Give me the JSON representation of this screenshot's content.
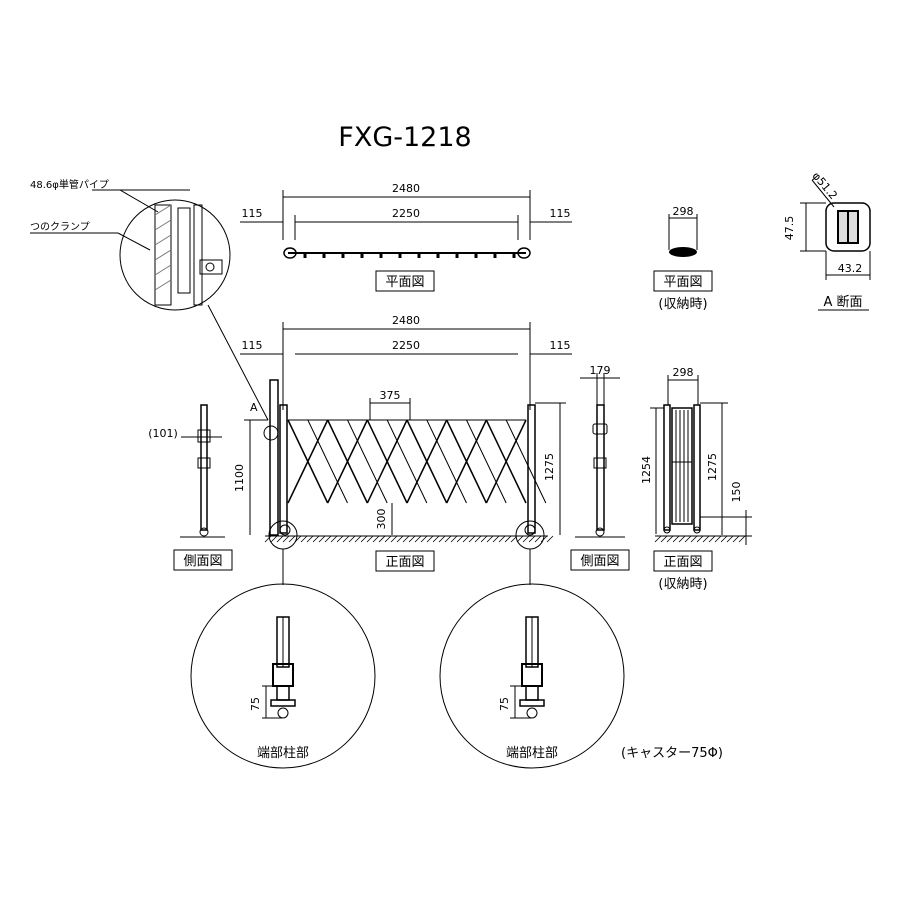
{
  "title": "FXG-1218",
  "callouts": {
    "pipe": "48.6φ単管パイプ",
    "clamp": "つのクランプ",
    "section_mark": "A"
  },
  "views": {
    "plan": "平面図",
    "plan_stored": "平面図",
    "stored_note": "(収納時)",
    "section": "A 断面",
    "side_left": "側面図",
    "front": "正面図",
    "side_right": "側面図",
    "front_stored": "正面図",
    "front_stored_note": "(収納時)",
    "end_post_left": "端部柱部",
    "end_post_right": "端部柱部",
    "caster": "(キャスター75Φ)"
  },
  "dimensions": {
    "plan_total": "2480",
    "plan_mid": "2250",
    "plan_left": "115",
    "plan_right": "115",
    "plan_stored_width": "298",
    "section_dia": "φ51.2",
    "section_h": "47.5",
    "section_w": "43.2",
    "front_total": "2480",
    "front_mid": "2250",
    "front_left": "115",
    "front_right": "115",
    "front_pitch": "375",
    "front_height_left": "1100",
    "front_height_right": "1275",
    "front_clearance": "300",
    "side_left_depth": "(101)",
    "side_right_depth": "179",
    "stored_width": "298",
    "stored_h1": "1254",
    "stored_h2": "1275",
    "stored_base": "150",
    "caster_left": "75",
    "caster_right": "75"
  }
}
